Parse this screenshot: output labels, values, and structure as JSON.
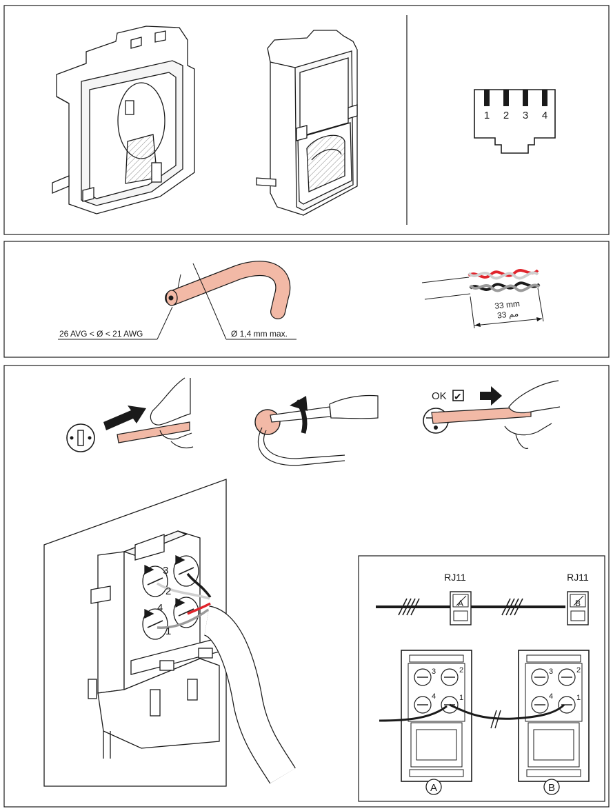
{
  "panel1": {
    "pin_numbers": [
      "1",
      "2",
      "3",
      "4"
    ]
  },
  "panel2": {
    "gauge_label": "26 AVG < Ø < 21 AWG",
    "diameter_label": "Ø 1,4 mm max.",
    "strip_length": "33 mm",
    "strip_length_arabic": "33 مم"
  },
  "panel3": {
    "ok_label": "OK",
    "checkbox_glyph": "✔",
    "terminal_numbers": [
      "3",
      "2",
      "4",
      "1"
    ],
    "wiring": {
      "connector_a": "RJ11",
      "connector_b": "RJ11",
      "socket_a_tag": "A",
      "socket_b_tag": "B",
      "circle_a": "A",
      "circle_b": "B",
      "socket_pins": [
        "3",
        "2",
        "4",
        "1"
      ]
    }
  },
  "colors": {
    "outline": "#1a1a1a",
    "wire_red": "#e0242c",
    "wire_grey": "#9a9a9a",
    "cable_pink": "#f2b9a6"
  }
}
